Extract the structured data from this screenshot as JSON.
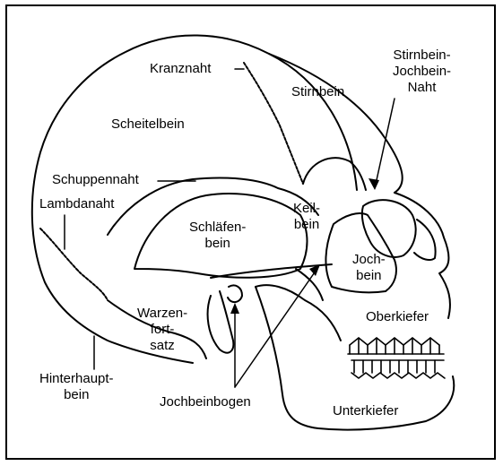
{
  "labels": {
    "kranznaht": "Kranznaht",
    "stirnbein": "Stirnbein",
    "stirnbein_jochbein_naht": [
      "Stirnbein-",
      "Jochbein-",
      "Naht"
    ],
    "scheitelbein": "Scheitelbein",
    "schuppennaht": "Schuppennaht",
    "lambdanaht": "Lambdanaht",
    "keilbein": [
      "Keil-",
      "bein"
    ],
    "schlaefenbein": [
      "Schläfen-",
      "bein"
    ],
    "jochbein": [
      "Joch-",
      "bein"
    ],
    "warzenfortsatz": [
      "Warzen-",
      "fort-",
      "satz"
    ],
    "oberkiefer": "Oberkiefer",
    "hinterhauptbein": [
      "Hinterhaupt-",
      "bein"
    ],
    "jochbeinbogen": "Jochbeinbogen",
    "unterkiefer": "Unterkiefer"
  }
}
